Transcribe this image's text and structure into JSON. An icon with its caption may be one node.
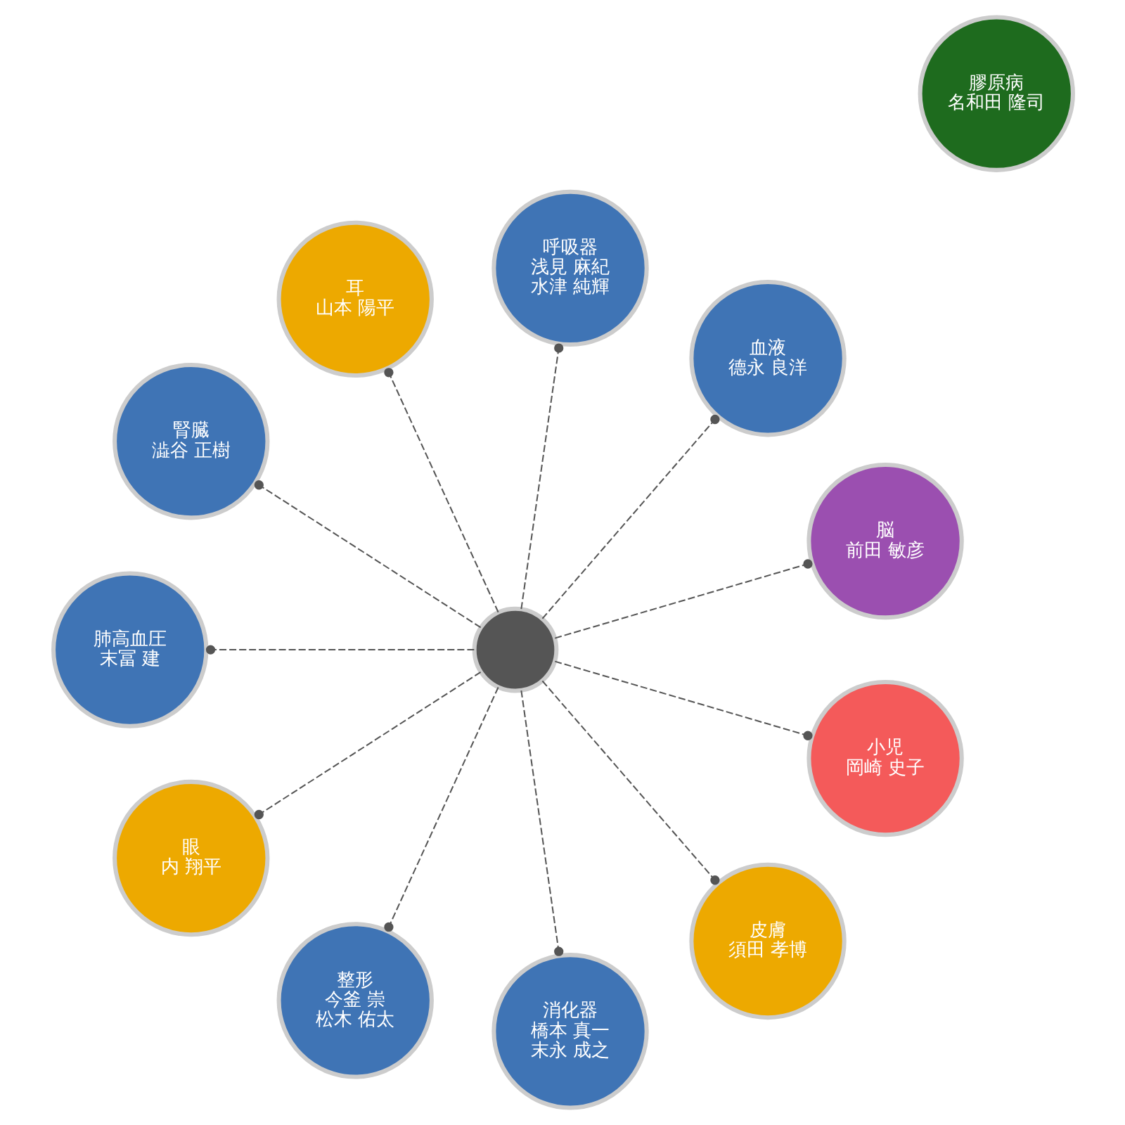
{
  "diagram": {
    "nodes": [
      {
        "text": [
          "膠原病",
          "名和田 隆司"
        ]
      },
      {
        "text": [
          "脳",
          "前田 敏彦"
        ]
      },
      {
        "text": [
          "血液",
          "德永 良洋"
        ]
      },
      {
        "text": [
          "呼吸器",
          "浅見 麻紀",
          "水津 純輝"
        ]
      },
      {
        "text": [
          "耳",
          "山本 陽平"
        ]
      },
      {
        "text": [
          "腎臓",
          "澁谷 正樹"
        ]
      },
      {
        "text": [],
        "shape": "person"
      },
      {
        "text": [
          "肺高血圧",
          "末冨 建"
        ]
      },
      {
        "text": [
          "眼",
          "内 翔平"
        ]
      },
      {
        "text": [
          "整形",
          "今釜 崇",
          "松木 佑太"
        ]
      },
      {
        "text": [
          "消化器",
          "橋本 真一",
          "末永 成之"
        ]
      },
      {
        "text": [
          "皮膚",
          "須田 孝博"
        ]
      },
      {
        "text": [
          "小児",
          "岡崎 史子"
        ]
      }
    ],
    "edges": [
      {
        "from": 6,
        "to": 1,
        "arrow": "other",
        "style": "dashed"
      },
      {
        "from": 6,
        "to": 2,
        "arrow": "other",
        "style": "dashed"
      },
      {
        "from": 6,
        "to": 3,
        "arrow": "other",
        "style": "dashed"
      },
      {
        "from": 6,
        "to": 4,
        "arrow": "other",
        "style": "dashed"
      },
      {
        "from": 6,
        "to": 7,
        "arrow": "other",
        "style": "dashed"
      },
      {
        "from": 6,
        "to": 11,
        "arrow": "other",
        "style": "dashed"
      },
      {
        "from": 6,
        "to": 10,
        "arrow": "other",
        "style": "dashed"
      },
      {
        "from": 6,
        "to": 12,
        "arrow": "other",
        "style": "dashed"
      },
      {
        "from": 6,
        "to": 9,
        "arrow": "other",
        "style": "dashed"
      },
      {
        "from": 6,
        "to": 8,
        "arrow": "other",
        "style": "dashed"
      },
      {
        "from": 6,
        "to": 5,
        "arrow": "other",
        "style": "dashed"
      }
    ]
  }
}
